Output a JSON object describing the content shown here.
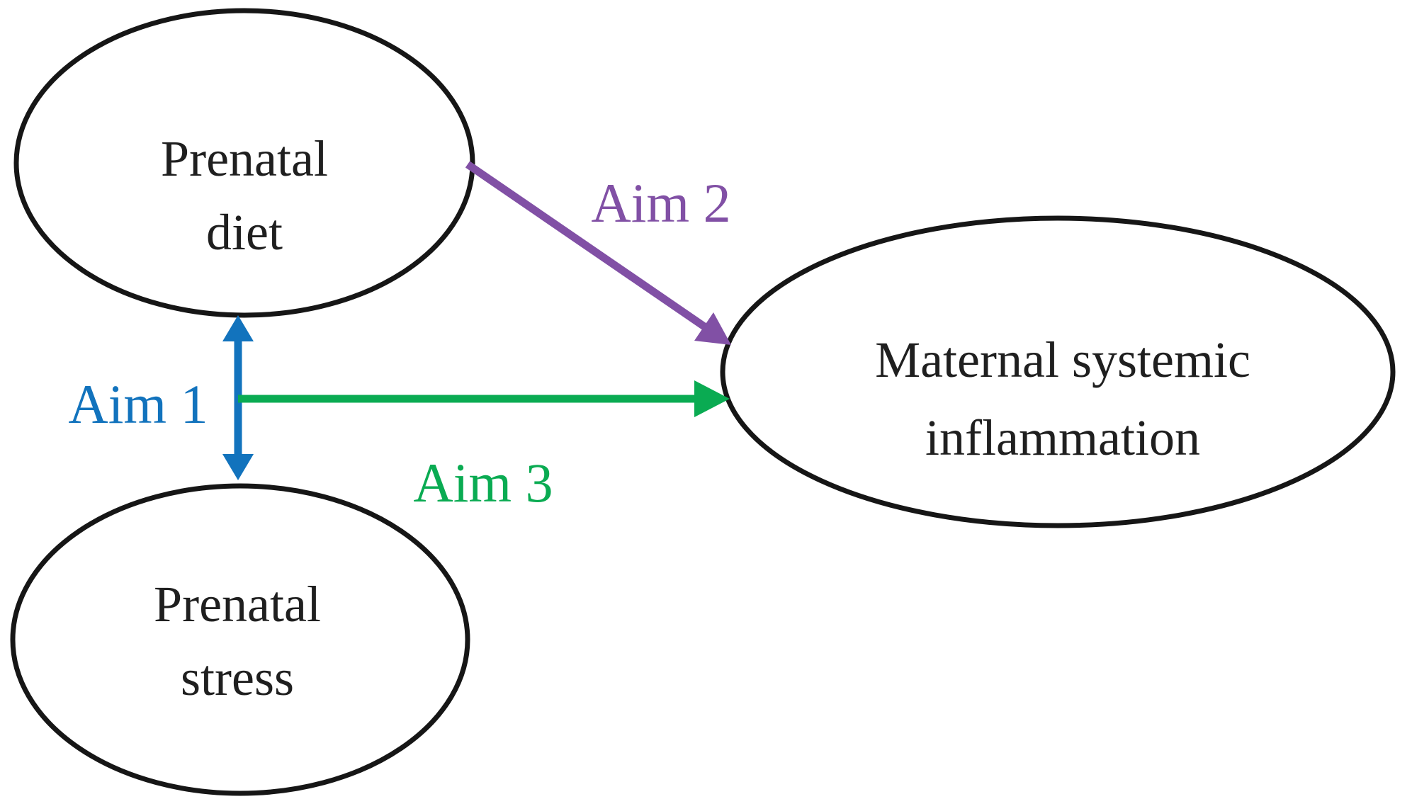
{
  "palette": {
    "background": "#ffffff",
    "node_outline": "#161616",
    "node_text": "#1f1f1f"
  },
  "nodes": {
    "prenatal_diet": {
      "line1": "Prenatal",
      "line2": "diet"
    },
    "prenatal_stress": {
      "line1": "Prenatal",
      "line2": "stress"
    },
    "maternal_inflammation": {
      "line1": "Maternal systemic",
      "line2": "inflammation"
    }
  },
  "edges": {
    "aim1": {
      "label": "Aim 1",
      "color": "#1273bd",
      "type": "bidirectional-arrow",
      "between": [
        "Prenatal diet",
        "Prenatal stress"
      ]
    },
    "aim2": {
      "label": "Aim 2",
      "color": "#8150a5",
      "type": "directed-arrow",
      "from": "Prenatal diet",
      "to": "Maternal systemic inflammation"
    },
    "aim3": {
      "label": "Aim 3",
      "color": "#0aab52",
      "type": "directed-arrow",
      "from": "Prenatal diet–Prenatal stress link",
      "to": "Maternal systemic inflammation"
    }
  }
}
